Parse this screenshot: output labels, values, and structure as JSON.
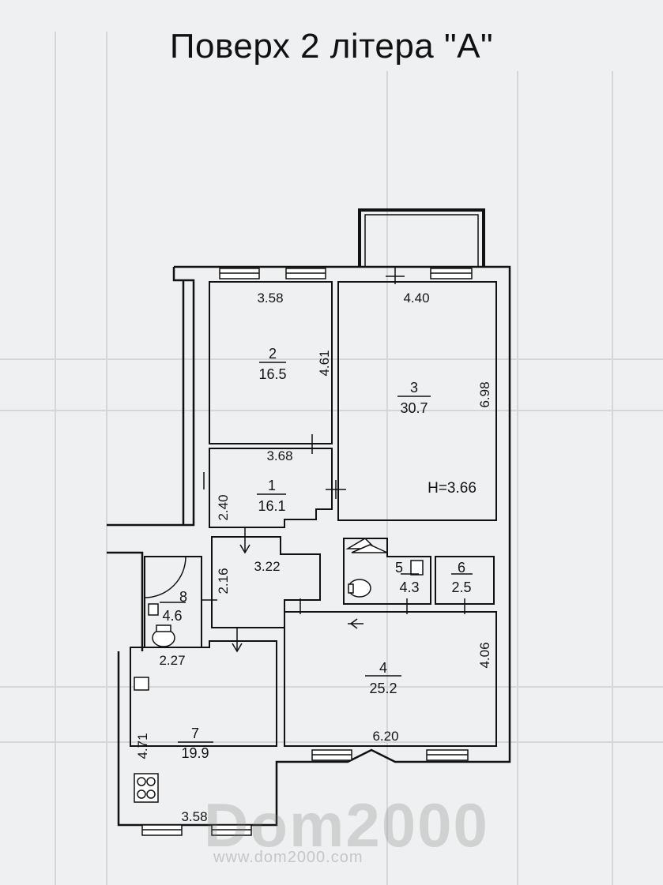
{
  "title": "Поверх 2 літера \"А\"",
  "height_label": "H=3.66",
  "rooms": [
    {
      "number": "1",
      "area": "16.1"
    },
    {
      "number": "2",
      "area": "16.5"
    },
    {
      "number": "3",
      "area": "30.7"
    },
    {
      "number": "4",
      "area": "25.2"
    },
    {
      "number": "5",
      "area": "4.3"
    },
    {
      "number": "6",
      "area": "2.5"
    },
    {
      "number": "7",
      "area": "19.9"
    },
    {
      "number": "8",
      "area": "4.6"
    }
  ],
  "dimensions": {
    "r2_width": "3.58",
    "r2_length": "4.61",
    "r3_width": "4.40",
    "r3_length": "6.98",
    "r1_width": "3.68",
    "r1_length": "2.40",
    "corridor_width": "3.22",
    "corridor_length": "2.16",
    "r4_width": "6.20",
    "r4_length": "4.06",
    "r7_width_top": "2.27",
    "r7_length": "4.71",
    "r7_width_bottom": "3.58"
  },
  "watermark": {
    "brand": "Dom2000",
    "url": "www.dom2000.com"
  }
}
